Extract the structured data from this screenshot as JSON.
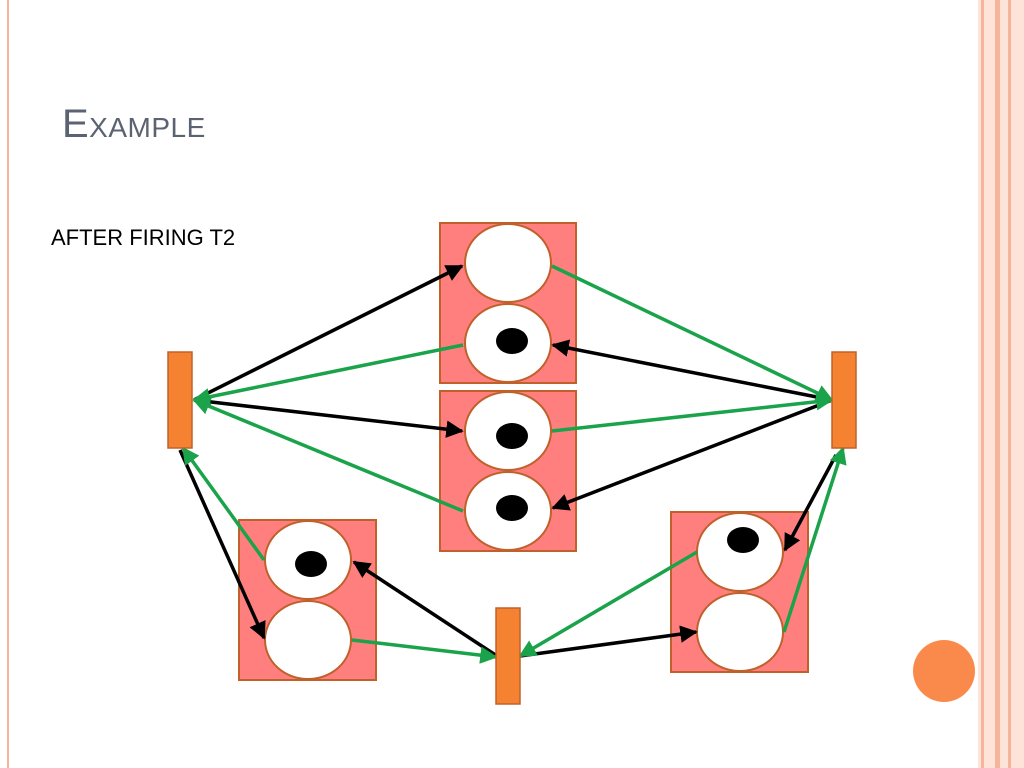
{
  "slide": {
    "title": "Example",
    "subtitle": "AFTER FIRING T2"
  },
  "colors": {
    "place_group_fill": "#ff7f7f",
    "place_group_border": "#c0602a",
    "place_fill": "#ffffff",
    "place_border": "#c0602a",
    "transition_fill": "#f58230",
    "token": "#000000",
    "arc_input": "#000000",
    "arc_output": "#1aa34a",
    "accent": "#fa8a4b"
  },
  "net": {
    "places": [
      {
        "id": "p-top-1",
        "tokens": 0
      },
      {
        "id": "p-top-2",
        "tokens": 1
      },
      {
        "id": "p-mid-1",
        "tokens": 1
      },
      {
        "id": "p-mid-2",
        "tokens": 1
      },
      {
        "id": "p-left-1",
        "tokens": 1
      },
      {
        "id": "p-left-2",
        "tokens": 0
      },
      {
        "id": "p-right-1",
        "tokens": 1
      },
      {
        "id": "p-right-2",
        "tokens": 0
      }
    ],
    "transitions": [
      "t-left",
      "t-right",
      "t-bottom"
    ]
  }
}
